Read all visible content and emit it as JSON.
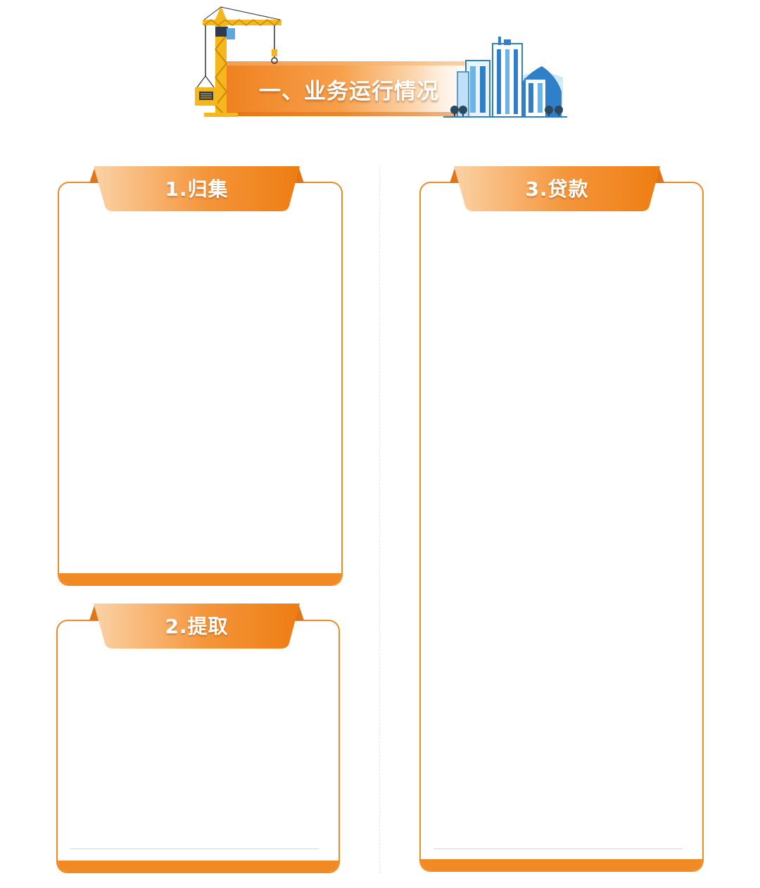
{
  "section": {
    "title": "一、业务运行情况"
  },
  "panels": [
    {
      "id": "collection",
      "label": "1.归集"
    },
    {
      "id": "withdrawal",
      "label": "2.提取"
    },
    {
      "id": "loan",
      "label": "3.贷款"
    }
  ],
  "colors": {
    "accent": "#f18a24",
    "accent_light": "#fbd2a6",
    "crane_yellow": "#f5b71c",
    "building_blue": "#2f7fc9",
    "divider": "#e4e4e4"
  },
  "icons": {
    "crane": "crane-icon",
    "buildings": "buildings-icon"
  }
}
